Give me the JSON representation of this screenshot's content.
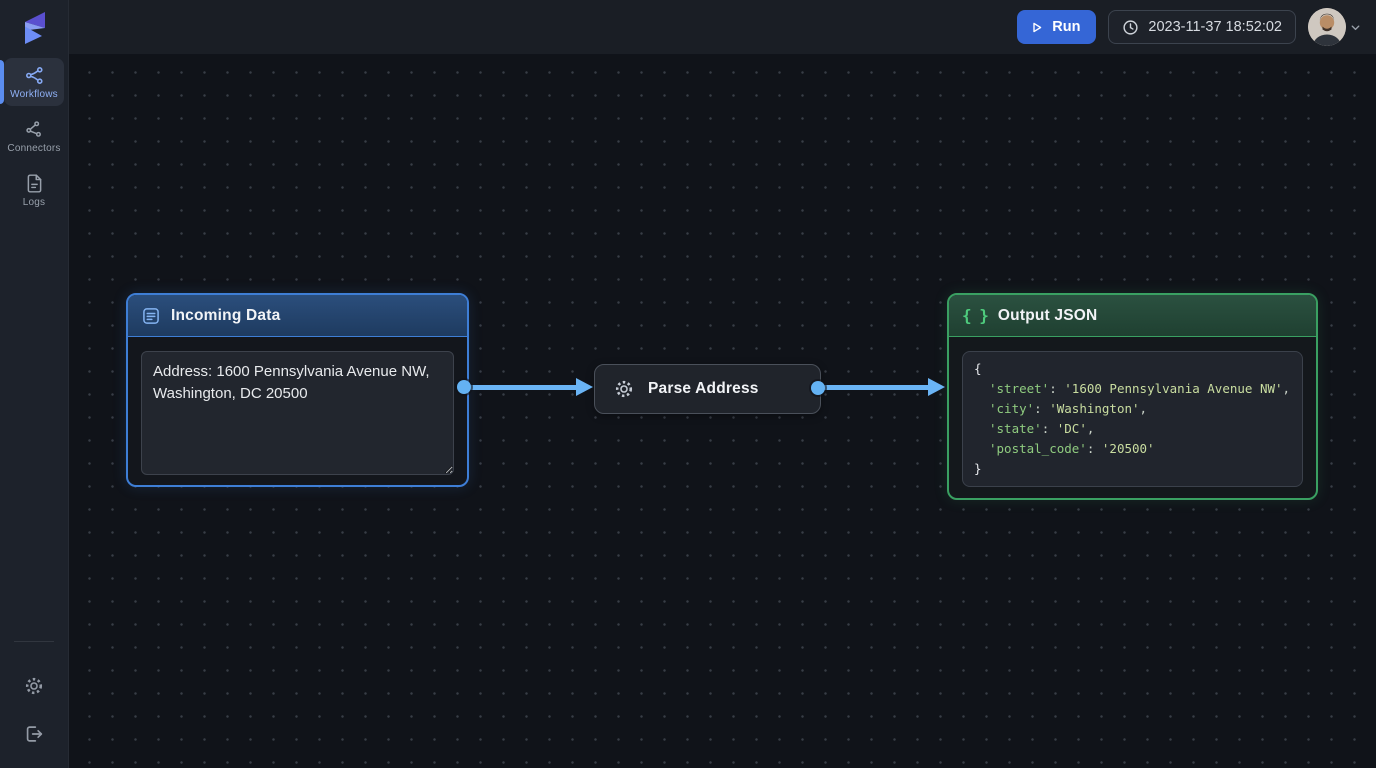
{
  "topbar": {
    "run_label": "Run",
    "timestamp": "2023-11-37 18:52:02"
  },
  "sidebar": {
    "items": [
      {
        "label": "Workflows",
        "active": true
      },
      {
        "label": "Connectors",
        "active": false
      },
      {
        "label": "Logs",
        "active": false
      }
    ]
  },
  "canvas": {
    "nodes": {
      "incoming": {
        "title": "Incoming Data",
        "textarea_value": "Address: 1600 Pennsylvania Avenue NW,\nWashington, DC 20500"
      },
      "parse": {
        "title": "Parse Address"
      },
      "output": {
        "title": "Output JSON",
        "braces_glyph": "{ }",
        "code": {
          "open_brace": "{",
          "close_brace": "}",
          "entries": [
            {
              "key": "'street'",
              "sep": ": ",
              "value": "'1600 Pennsylvania Avenue NW'",
              "comma": ","
            },
            {
              "key": "'city'",
              "sep": ": ",
              "value": "'Washington'",
              "comma": ","
            },
            {
              "key": "'state'",
              "sep": ": ",
              "value": "'DC'",
              "comma": ","
            },
            {
              "key": "'postal_code'",
              "sep": ": ",
              "value": "'20500'",
              "comma": ""
            }
          ]
        }
      }
    },
    "colors": {
      "incoming_accent": "#3e7ed6",
      "output_accent": "#3aa062",
      "connector": "#6ab4f5",
      "run_button": "#3566d6"
    }
  }
}
